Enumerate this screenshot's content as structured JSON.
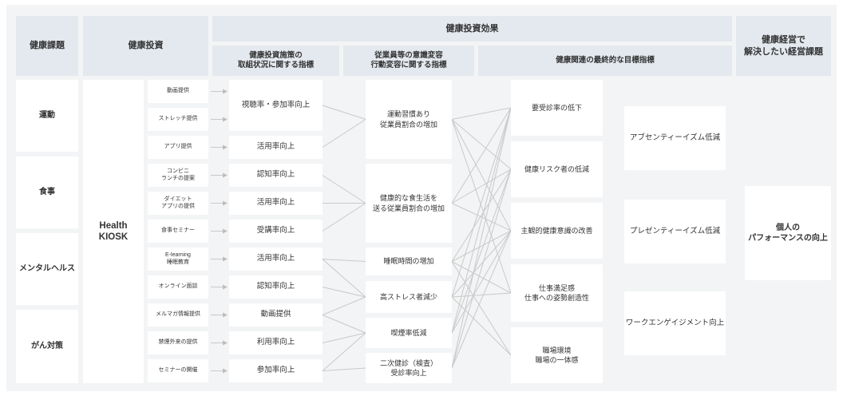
{
  "header": {
    "health_issue": "健康課題",
    "health_investment": "健康投資",
    "investment_effect": "健康投資効果",
    "management_issue": "健康経営で\n解決したい経営課題",
    "sub_initiative_indicator": "健康投資施策の\n取組状況に関する指標",
    "sub_behavior_indicator": "従業員等の意識変容\n行動変容に関する指標",
    "sub_final_indicator": "健康関連の最終的な目標指標"
  },
  "issues": [
    "運動",
    "食事",
    "メンタルヘルス",
    "がん対策"
  ],
  "kiosk": "Health\nKIOSK",
  "measures": [
    "動画提供",
    "ストレッチ提供",
    "アプリ提供",
    "コンビニ\nランチの提案",
    "ダイエット\nアプリの提供",
    "食事セミナー",
    "E-learning\n睡眠教育",
    "オンライン面談",
    "メルマガ情報提供",
    "禁煙外来の提供",
    "セミナーの開催"
  ],
  "indicators": [
    "視聴率・参加率向上",
    "活用率向上",
    "認知率向上",
    "活用率向上",
    "受講率向上",
    "活用率向上",
    "認知率向上",
    "動画提供",
    "利用率向上",
    "参加率向上"
  ],
  "behaviors": [
    "運動習慣あり\n従業員割合の増加",
    "健康的な食生活を\n送る従業員割合の増加",
    "睡眠時間の増加",
    "高ストレス者減少",
    "喫煙率低減",
    "二次健診（検査）\n受診率向上"
  ],
  "targets": [
    "要受診率の低下",
    "健康リスク者の低減",
    "主観的健康意識の改善",
    "仕事満足感\n仕事への姿勢創造性",
    "職場環境\n職場の一体感"
  ],
  "management": [
    "アブセンティーイズム低減",
    "プレゼンティーイズム低減",
    "ワークエンゲイジメント向上"
  ],
  "goal": "個人の\nパフォーマンスの向上",
  "links": {
    "measure_to_indicator": [
      [
        0,
        0
      ],
      [
        1,
        0
      ],
      [
        2,
        1
      ],
      [
        3,
        2
      ],
      [
        4,
        3
      ],
      [
        5,
        4
      ],
      [
        6,
        5
      ],
      [
        7,
        6
      ],
      [
        8,
        7
      ],
      [
        9,
        8
      ],
      [
        10,
        9
      ]
    ],
    "indicator_to_behavior": [
      [
        0,
        0
      ],
      [
        1,
        0
      ],
      [
        2,
        1
      ],
      [
        3,
        1
      ],
      [
        4,
        1
      ],
      [
        5,
        2
      ],
      [
        5,
        3
      ],
      [
        6,
        3
      ],
      [
        7,
        3
      ],
      [
        7,
        4
      ],
      [
        8,
        4
      ],
      [
        9,
        4
      ],
      [
        9,
        5
      ]
    ],
    "behavior_to_target": [
      [
        0,
        0
      ],
      [
        0,
        1
      ],
      [
        0,
        2
      ],
      [
        0,
        3
      ],
      [
        1,
        0
      ],
      [
        1,
        1
      ],
      [
        1,
        2
      ],
      [
        2,
        1
      ],
      [
        2,
        2
      ],
      [
        2,
        3
      ],
      [
        2,
        4
      ],
      [
        3,
        0
      ],
      [
        3,
        2
      ],
      [
        3,
        3
      ],
      [
        3,
        4
      ],
      [
        4,
        0
      ],
      [
        4,
        1
      ],
      [
        4,
        2
      ],
      [
        5,
        0
      ],
      [
        5,
        1
      ],
      [
        5,
        2
      ]
    ]
  },
  "colors": {
    "header_bg": "#e4e9ef",
    "frame_bg": "#f3f4f5",
    "cell_bg": "#ffffff",
    "connector": "#c9c9c9"
  }
}
